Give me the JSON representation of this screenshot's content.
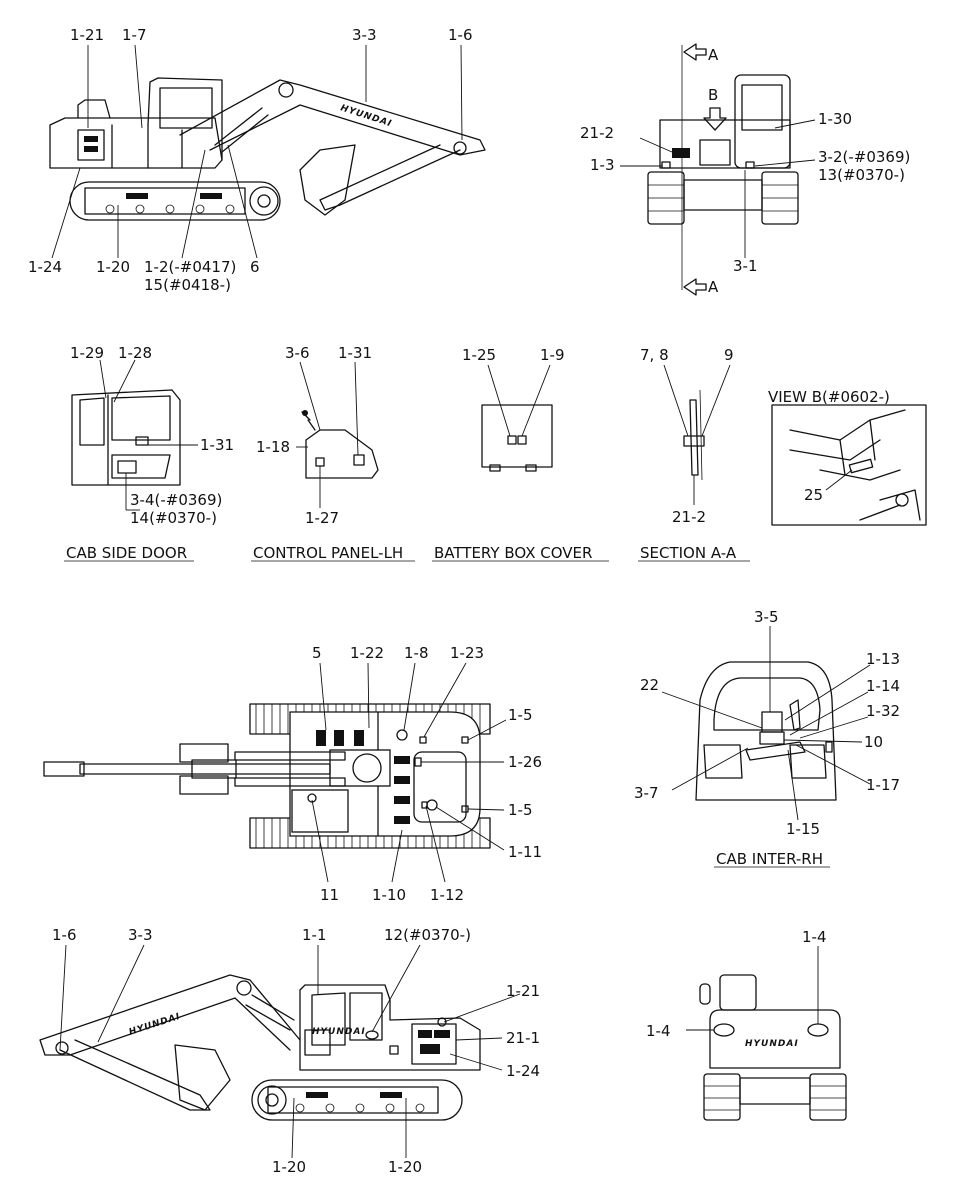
{
  "labels": {
    "l1_21a": "1-21",
    "l1_7": "1-7",
    "l3_3a": "3-3",
    "l1_6a": "1-6",
    "l1_24a": "1-24",
    "l1_20a": "1-20",
    "l1_2": "1-2(-#0417)",
    "l15": "15(#0418-)",
    "l6": "6",
    "lA_top": "A",
    "lB": "B",
    "l21_2a": "21-2",
    "l1_3": "1-3",
    "l1_30": "1-30",
    "l3_2": "3-2(-#0369)",
    "l13": "13(#0370-)",
    "l3_1": "3-1",
    "lA_bot": "A",
    "l1_29": "1-29",
    "l1_28": "1-28",
    "l1_31a": "1-31",
    "l3_4": "3-4(-#0369)",
    "l14": "14(#0370-)",
    "l3_6": "3-6",
    "l1_31b": "1-31",
    "l1_18": "1-18",
    "l1_27": "1-27",
    "l1_25": "1-25",
    "l1_9": "1-9",
    "l7_8": "7, 8",
    "l9": "9",
    "l21_2b": "21-2",
    "lview": "VIEW  B(#0602-)",
    "l25": "25",
    "l5": "5",
    "l1_22": "1-22",
    "l1_8": "1-8",
    "l1_23": "1-23",
    "l1_5a": "1-5",
    "l1_26": "1-26",
    "l1_5b": "1-5",
    "l1_11": "1-11",
    "l11": "11",
    "l1_10": "1-10",
    "l1_12": "1-12",
    "l3_5": "3-5",
    "l1_13": "1-13",
    "l22": "22",
    "l1_14": "1-14",
    "l1_32": "1-32",
    "l10": "10",
    "l3_7": "3-7",
    "l1_17": "1-17",
    "l1_15": "1-15",
    "l1_6b": "1-6",
    "l3_3b": "3-3",
    "l1_1": "1-1",
    "l12": "12(#0370-)",
    "l1_21b": "1-21",
    "l21_1": "21-1",
    "l1_24b": "1-24",
    "l1_20b": "1-20",
    "l1_20c": "1-20",
    "l1_4a": "1-4",
    "l1_4b": "1-4"
  },
  "captions": {
    "cab_side_door": "CAB SIDE DOOR",
    "control_panel": "CONTROL PANEL-LH",
    "battery_box": "BATTERY BOX COVER",
    "section_aa": "SECTION  A-A",
    "cab_inter": "CAB INTER-RH"
  },
  "brand": "HYUNDAI",
  "icons": [
    "arrow-left-icon",
    "arrow-down-icon"
  ]
}
